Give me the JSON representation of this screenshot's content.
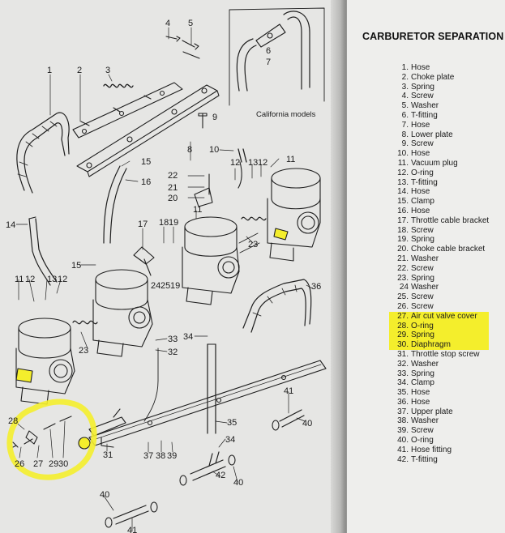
{
  "title": "CARBURETOR SEPARATION",
  "inset_caption": "California models",
  "highlight_color": "#f4ee2c",
  "parts": [
    {
      "num": "1.",
      "name": "Hose",
      "highlighted": false
    },
    {
      "num": "2.",
      "name": "Choke plate",
      "highlighted": false
    },
    {
      "num": "3.",
      "name": "Spring",
      "highlighted": false
    },
    {
      "num": "4.",
      "name": "Screw",
      "highlighted": false
    },
    {
      "num": "5.",
      "name": "Washer",
      "highlighted": false
    },
    {
      "num": "6.",
      "name": "T-fitting",
      "highlighted": false
    },
    {
      "num": "7.",
      "name": "Hose",
      "highlighted": false
    },
    {
      "num": "8.",
      "name": "Lower plate",
      "highlighted": false
    },
    {
      "num": "9.",
      "name": "Screw",
      "highlighted": false
    },
    {
      "num": "10.",
      "name": "Hose",
      "highlighted": false
    },
    {
      "num": "11.",
      "name": "Vacuum plug",
      "highlighted": false
    },
    {
      "num": "12.",
      "name": "O-ring",
      "highlighted": false
    },
    {
      "num": "13.",
      "name": "T-fitting",
      "highlighted": false
    },
    {
      "num": "14.",
      "name": "Hose",
      "highlighted": false
    },
    {
      "num": "15.",
      "name": "Clamp",
      "highlighted": false
    },
    {
      "num": "16.",
      "name": "Hose",
      "highlighted": false
    },
    {
      "num": "17.",
      "name": "Throttle cable bracket",
      "highlighted": false
    },
    {
      "num": "18.",
      "name": "Screw",
      "highlighted": false
    },
    {
      "num": "19.",
      "name": "Spring",
      "highlighted": false
    },
    {
      "num": "20.",
      "name": "Choke cable bracket",
      "highlighted": false
    },
    {
      "num": "21.",
      "name": "Washer",
      "highlighted": false
    },
    {
      "num": "22.",
      "name": "Screw",
      "highlighted": false
    },
    {
      "num": "23.",
      "name": "Spring",
      "highlighted": false
    },
    {
      "num": "24",
      "name": "Washer",
      "highlighted": false
    },
    {
      "num": "25.",
      "name": "Screw",
      "highlighted": false
    },
    {
      "num": "26.",
      "name": "Screw",
      "highlighted": false
    },
    {
      "num": "27.",
      "name": "Air cut valve cover",
      "highlighted": true
    },
    {
      "num": "28.",
      "name": "O-ring",
      "highlighted": true
    },
    {
      "num": "29.",
      "name": "Spring",
      "highlighted": true
    },
    {
      "num": "30.",
      "name": "Diaphragm",
      "highlighted": true
    },
    {
      "num": "31.",
      "name": "Throttle stop screw",
      "highlighted": false
    },
    {
      "num": "32.",
      "name": "Washer",
      "highlighted": false
    },
    {
      "num": "33.",
      "name": "Spring",
      "highlighted": false
    },
    {
      "num": "34.",
      "name": "Clamp",
      "highlighted": false
    },
    {
      "num": "35.",
      "name": "Hose",
      "highlighted": false
    },
    {
      "num": "36.",
      "name": "Hose",
      "highlighted": false
    },
    {
      "num": "37.",
      "name": "Upper plate",
      "highlighted": false
    },
    {
      "num": "38.",
      "name": "Washer",
      "highlighted": false
    },
    {
      "num": "39.",
      "name": "Screw",
      "highlighted": false
    },
    {
      "num": "40.",
      "name": "O-ring",
      "highlighted": false
    },
    {
      "num": "41.",
      "name": "Hose fitting",
      "highlighted": false
    },
    {
      "num": "42.",
      "name": "T-fitting",
      "highlighted": false
    }
  ],
  "callouts": {
    "c1": "1",
    "c2": "2",
    "c3": "3",
    "c4": "4",
    "c5": "5",
    "c6": "6",
    "c7": "7",
    "c8": "8",
    "c9": "9",
    "c10": "10",
    "c11": "11",
    "c12": "12",
    "c13": "13",
    "c14": "14",
    "c15": "15",
    "c16": "16",
    "c17": "17",
    "c18": "18",
    "c19": "19",
    "c20": "20",
    "c21": "21",
    "c22": "22",
    "c23": "23",
    "c24": "24",
    "c25": "25",
    "c26": "26",
    "c27": "27",
    "c28": "28",
    "c29": "29",
    "c30": "30",
    "c31": "31",
    "c32": "32",
    "c33": "33",
    "c34": "34",
    "c35": "35",
    "c36": "36",
    "c37": "37",
    "c38": "38",
    "c39": "39",
    "c40": "40",
    "c41": "41",
    "c42": "42"
  }
}
